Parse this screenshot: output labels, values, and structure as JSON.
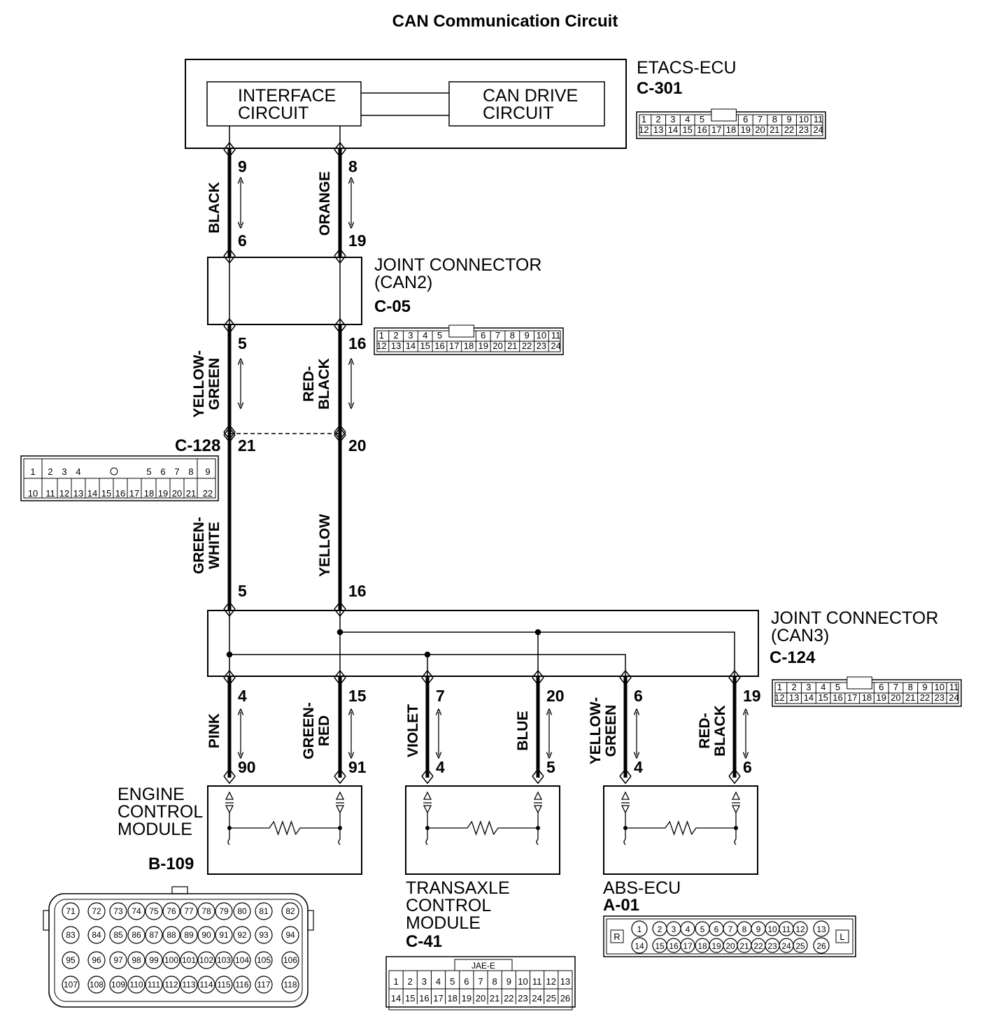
{
  "title": "CAN Communication Circuit",
  "components": {
    "etacs": {
      "name": "ETACS-ECU",
      "connector": "C-301"
    },
    "interface": {
      "line1": "INTERFACE",
      "line2": "CIRCUIT"
    },
    "can_drive": {
      "line1": "CAN DRIVE",
      "line2": "CIRCUIT"
    },
    "jc_can2": {
      "line1": "JOINT CONNECTOR",
      "line2": "(CAN2)",
      "connector": "C-05"
    },
    "c128": {
      "connector": "C-128"
    },
    "jc_can3": {
      "line1": "JOINT CONNECTOR",
      "line2": "(CAN3)",
      "connector": "C-124"
    },
    "ecm": {
      "line1": "ENGINE",
      "line2": "CONTROL",
      "line3": "MODULE",
      "connector": "B-109"
    },
    "tcm": {
      "line1": "TRANSAXLE",
      "line2": "CONTROL",
      "line3": "MODULE",
      "connector": "C-41"
    },
    "abs": {
      "name": "ABS-ECU",
      "connector": "A-01"
    }
  },
  "pins": {
    "etacs_l": "9",
    "etacs_r": "8",
    "can2_top_l": "6",
    "can2_top_r": "19",
    "can2_bot_l": "5",
    "can2_bot_r": "16",
    "c128_l": "21",
    "c128_r": "20",
    "can3_top_l": "5",
    "can3_top_r": "16",
    "can3_bot": [
      "4",
      "15",
      "7",
      "20",
      "6",
      "19"
    ],
    "dev": [
      "90",
      "91",
      "4",
      "5",
      "4",
      "6"
    ]
  },
  "wires": {
    "w1_l": "BLACK",
    "w1_r": "ORANGE",
    "w2_l": [
      "YELLOW-",
      "GREEN"
    ],
    "w2_r": [
      "RED-",
      "BLACK"
    ],
    "w3_l": [
      "GREEN-",
      "WHITE"
    ],
    "w3_r": "YELLOW",
    "w4": [
      [
        "PINK"
      ],
      [
        "GREEN-",
        "RED"
      ],
      [
        "VIOLET"
      ],
      [
        "BLUE"
      ],
      [
        "YELLOW-",
        "GREEN"
      ],
      [
        "RED-",
        "BLACK"
      ]
    ]
  },
  "connector_faces": {
    "c301": {
      "row1": [
        "1",
        "2",
        "3",
        "4",
        "5",
        "",
        "6",
        "7",
        "8",
        "9",
        "10",
        "11"
      ],
      "row2": [
        "12",
        "13",
        "14",
        "15",
        "16",
        "17",
        "18",
        "19",
        "20",
        "21",
        "22",
        "23",
        "24"
      ]
    },
    "c05": {
      "row1": [
        "1",
        "2",
        "3",
        "4",
        "5",
        "",
        "6",
        "7",
        "8",
        "9",
        "10",
        "11"
      ],
      "row2": [
        "12",
        "13",
        "14",
        "15",
        "16",
        "17",
        "18",
        "19",
        "20",
        "21",
        "22",
        "23",
        "24"
      ]
    },
    "c124": {
      "row1": [
        "1",
        "2",
        "3",
        "4",
        "5",
        "",
        "6",
        "7",
        "8",
        "9",
        "10",
        "11"
      ],
      "row2": [
        "12",
        "13",
        "14",
        "15",
        "16",
        "17",
        "18",
        "19",
        "20",
        "21",
        "22",
        "23",
        "24"
      ]
    },
    "c128": {
      "row1": [
        "1",
        "2",
        "3",
        "4",
        "5",
        "6",
        "7",
        "8",
        "9"
      ],
      "row2": [
        "10",
        "11",
        "12",
        "13",
        "14",
        "15",
        "16",
        "17",
        "18",
        "19",
        "20",
        "21",
        "22"
      ]
    },
    "c41": {
      "label": "JAE-E",
      "row1": [
        "1",
        "2",
        "3",
        "4",
        "5",
        "6",
        "7",
        "8",
        "9",
        "10",
        "11",
        "12",
        "13"
      ],
      "row2": [
        "14",
        "15",
        "16",
        "17",
        "18",
        "19",
        "20",
        "21",
        "22",
        "23",
        "24",
        "25",
        "26"
      ]
    },
    "a01": {
      "left": "R",
      "right": "L",
      "row1": [
        "1",
        "2",
        "3",
        "4",
        "5",
        "6",
        "7",
        "8",
        "9",
        "10",
        "11",
        "12",
        "13"
      ],
      "row2": [
        "14",
        "15",
        "16",
        "17",
        "18",
        "19",
        "20",
        "21",
        "22",
        "23",
        "24",
        "25",
        "26"
      ]
    },
    "b109": {
      "rows": [
        [
          "71",
          "72",
          "73",
          "74",
          "75",
          "76",
          "77",
          "78",
          "79",
          "80",
          "81",
          "82"
        ],
        [
          "83",
          "84",
          "85",
          "86",
          "87",
          "88",
          "89",
          "90",
          "91",
          "92",
          "93",
          "94"
        ],
        [
          "95",
          "96",
          "97",
          "98",
          "99",
          "100",
          "101",
          "102",
          "103",
          "104",
          "105",
          "106"
        ],
        [
          "107",
          "108",
          "109",
          "110",
          "111",
          "112",
          "113",
          "114",
          "115",
          "116",
          "117",
          "118"
        ]
      ]
    }
  }
}
